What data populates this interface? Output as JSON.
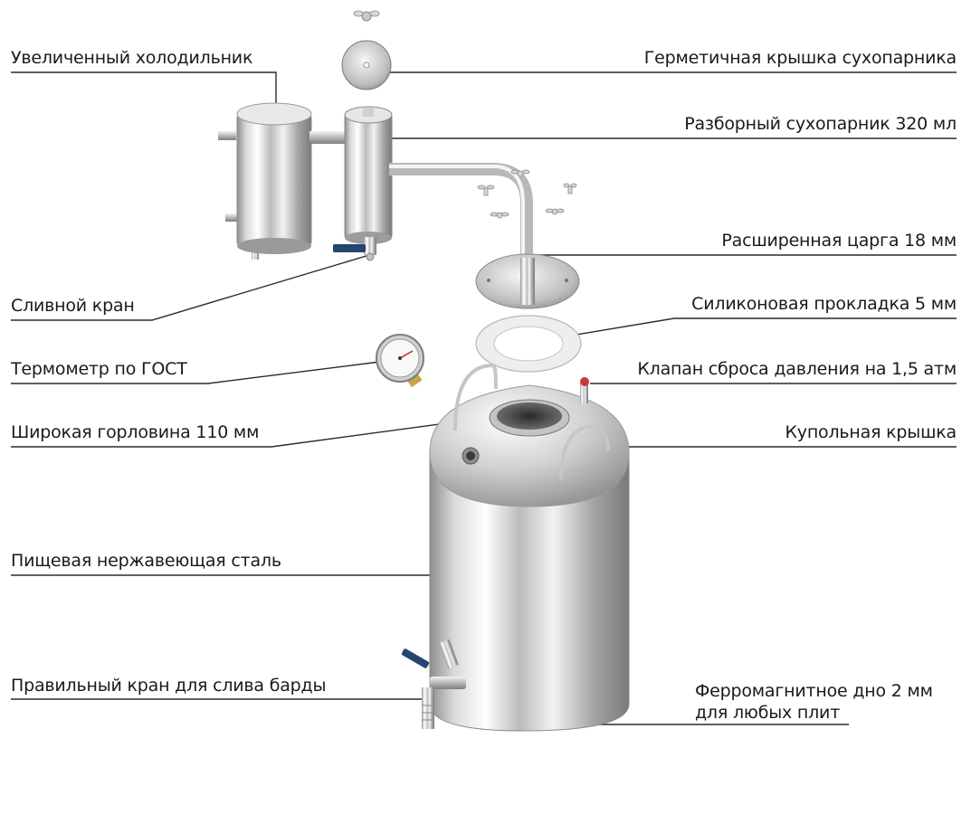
{
  "labels": {
    "condenser": "Увеличенный холодильник",
    "lid": "Герметичная крышка сухопарника",
    "dry_steamer": "Разборный сухопарник 320 мл",
    "column": "Расширенная царга 18 мм",
    "drain_tap": "Сливной кран",
    "gasket": "Силиконовая прокладка 5 мм",
    "thermometer": "Термометр по ГОСТ",
    "valve": "Клапан сброса давления на 1,5 атм",
    "neck": "Широкая горловина 110 мм",
    "dome": "Купольная крышка",
    "steel": "Пищевая нержавеющая сталь",
    "bard_tap": "Правильный кран для слива барды",
    "bottom_line1": "Ферромагнитное дно 2 мм",
    "bottom_line2": "для любых плит"
  },
  "colors": {
    "text": "#1a1a1a",
    "leader_line": "#2a2a2a",
    "handle_blue": "#24466f",
    "brass": "#c9a54a",
    "gasket": "#eeeeee"
  }
}
